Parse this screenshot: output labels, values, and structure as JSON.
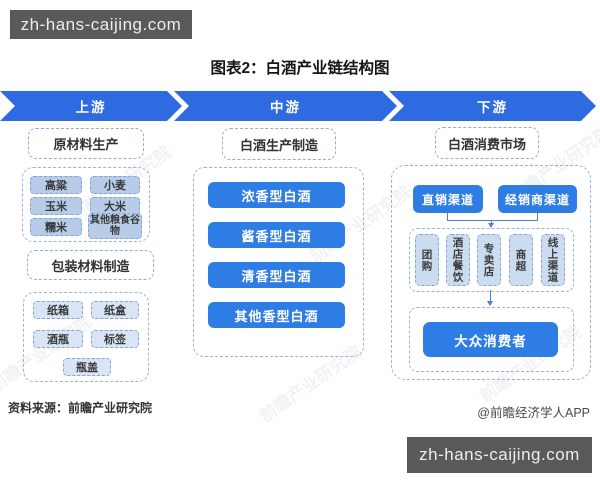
{
  "site_badge": {
    "top": "zh-hans-caijing.com",
    "bottom": "zh-hans-caijing.com"
  },
  "title": "图表2：白酒产业链结构图",
  "stages": [
    {
      "label": "上游"
    },
    {
      "label": "中游"
    },
    {
      "label": "下游"
    }
  ],
  "upstream": {
    "section1_title": "原材料生产",
    "grains": [
      "高粱",
      "小麦",
      "玉米",
      "大米",
      "糯米",
      "其他粮食谷物"
    ],
    "section2_title": "包装材料制造",
    "packaging": [
      "纸箱",
      "纸盒",
      "酒瓶",
      "标签",
      "瓶盖"
    ]
  },
  "midstream": {
    "section_title": "白酒生产制造",
    "products": [
      "浓香型白酒",
      "酱香型白酒",
      "清香型白酒",
      "其他香型白酒"
    ]
  },
  "downstream": {
    "section_title": "白酒消费市场",
    "channels": [
      "直销渠道",
      "经销商渠道"
    ],
    "sub_channels": [
      "团购",
      "酒店餐饮",
      "专卖店",
      "商超",
      "线上渠道"
    ],
    "consumer": "大众消费者"
  },
  "footer": {
    "source": "资料来源：前瞻产业研究院",
    "credit": "@前瞻经济学人APP"
  },
  "watermark": "前瞻产业研究院",
  "colors": {
    "arrow_blue": "#2f6be0",
    "button_blue": "#2e7de5",
    "badge_gray": "#58595b",
    "chip_blue": "#b7cce8",
    "chip_light_blue": "#d9e4f4",
    "vchip_blue": "#cbdbf0",
    "dashed_border": "#9ab3d8"
  }
}
